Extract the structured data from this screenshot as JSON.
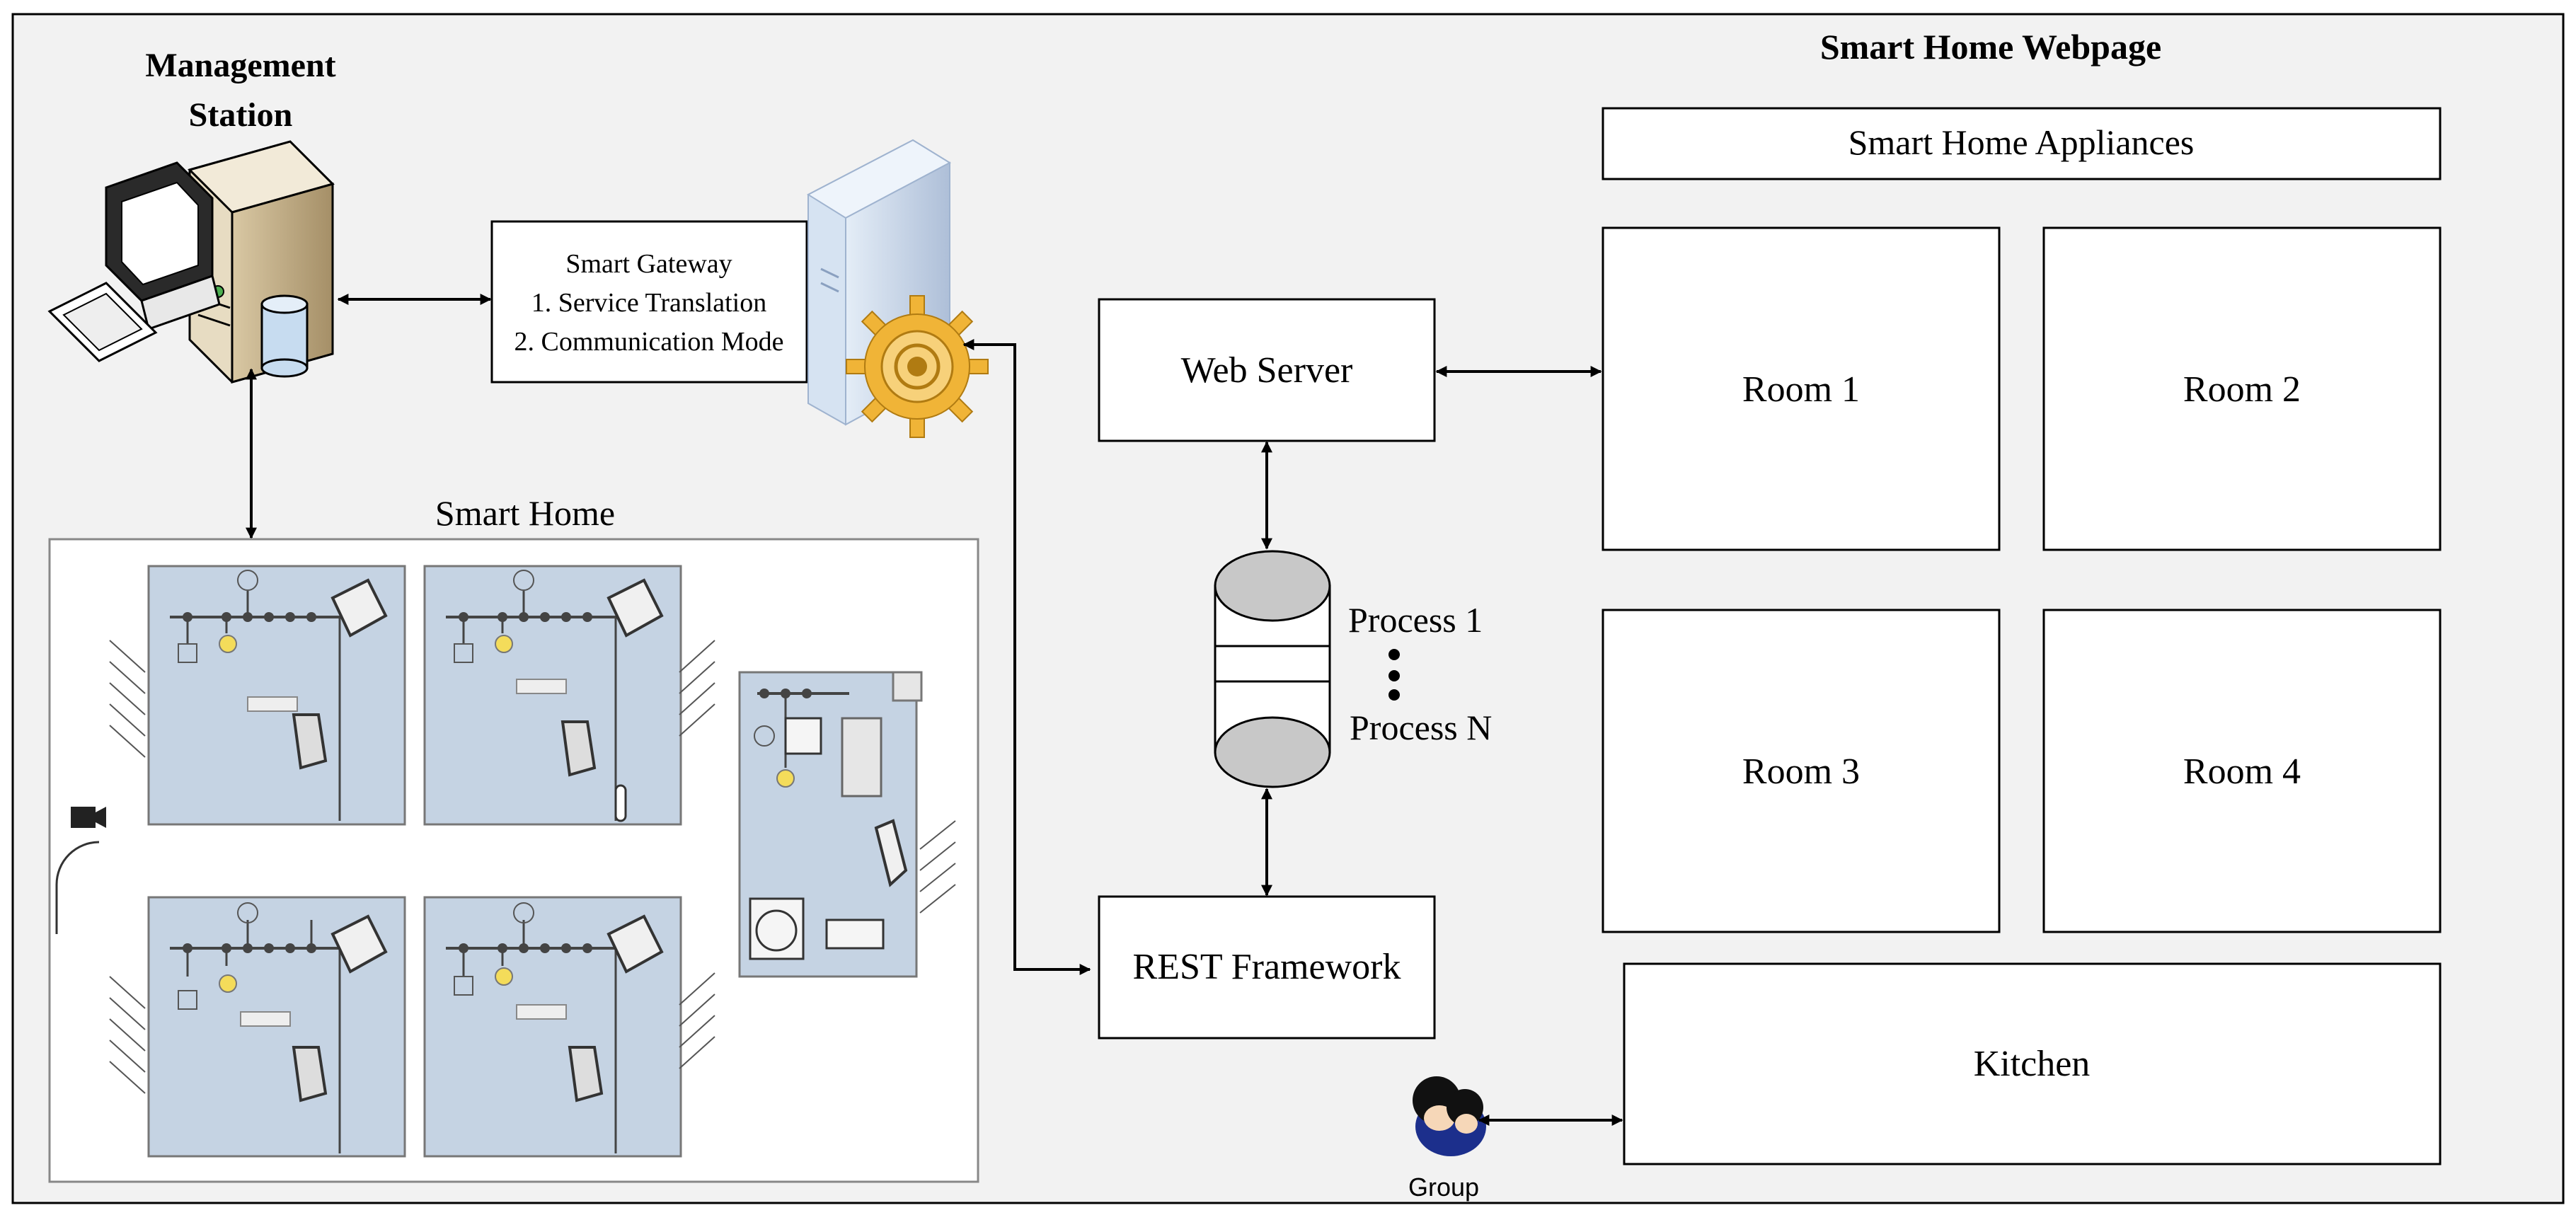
{
  "management_station": {
    "line1": "Management",
    "line2": "Station"
  },
  "gateway": {
    "title": "Smart Gateway",
    "item1": "1. Service Translation",
    "item2": "2. Communication Mode"
  },
  "smart_home": {
    "label": "Smart Home"
  },
  "web_server": {
    "label": "Web Server"
  },
  "rest": {
    "label": "REST Framework"
  },
  "processes": {
    "first": "Process 1",
    "last": "Process N"
  },
  "webpage": {
    "title": "Smart Home Webpage",
    "appliances": "Smart Home Appliances",
    "rooms": [
      "Room 1",
      "Room 2",
      "Room 3",
      "Room 4"
    ],
    "kitchen": "Kitchen"
  },
  "group": {
    "label": "Group"
  },
  "colors": {
    "background": "#f2f2f2",
    "floorplan": "#c5d3e3",
    "cylinder": "#c8c8c8",
    "gear": "#f0b437",
    "server": "#c7d7ec"
  }
}
